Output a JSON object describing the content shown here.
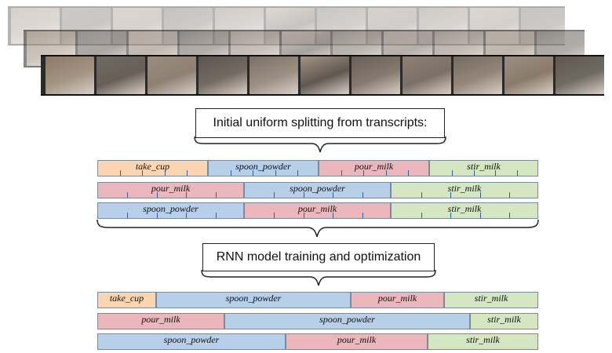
{
  "callouts": {
    "initial": "Initial uniform splitting from transcripts:",
    "rnn": "RNN model training and optimization"
  },
  "colors": {
    "take_cup": "#fbd5b2",
    "spoon_powder": "#b7cfe8",
    "pour_milk": "#ebb7bd",
    "stir_milk": "#d5e6c2"
  },
  "initial_rows": [
    {
      "segments": [
        {
          "label": "take_cup",
          "action": "take_cup",
          "fraction": 0.25,
          "frames": 4
        },
        {
          "label": "spoon_powder",
          "action": "spoon_powder",
          "fraction": 0.25,
          "frames": 4
        },
        {
          "label": "pour_milk",
          "action": "pour_milk",
          "fraction": 0.25,
          "frames": 4
        },
        {
          "label": "stir_milk",
          "action": "stir_milk",
          "fraction": 0.25,
          "frames": 4
        }
      ]
    },
    {
      "segments": [
        {
          "label": "pour_milk",
          "action": "pour_milk",
          "fraction": 0.3333,
          "frames": 4
        },
        {
          "label": "spoon_powder",
          "action": "spoon_powder",
          "fraction": 0.3333,
          "frames": 4
        },
        {
          "label": "stir_milk",
          "action": "stir_milk",
          "fraction": 0.3334,
          "frames": 4
        }
      ]
    },
    {
      "segments": [
        {
          "label": "spoon_powder",
          "action": "spoon_powder",
          "fraction": 0.3333,
          "frames": 4
        },
        {
          "label": "pour_milk",
          "action": "pour_milk",
          "fraction": 0.3333,
          "frames": 4
        },
        {
          "label": "stir_milk",
          "action": "stir_milk",
          "fraction": 0.3334,
          "frames": 4
        }
      ]
    }
  ],
  "optimized_rows": [
    {
      "segments": [
        {
          "label": "take_cup",
          "action": "take_cup",
          "fraction": 0.134
        },
        {
          "label": "spoon_powder",
          "action": "spoon_powder",
          "fraction": 0.442
        },
        {
          "label": "pour_milk",
          "action": "pour_milk",
          "fraction": 0.211
        },
        {
          "label": "stir_milk",
          "action": "stir_milk",
          "fraction": 0.213
        }
      ]
    },
    {
      "segments": [
        {
          "label": "pour_milk",
          "action": "pour_milk",
          "fraction": 0.288
        },
        {
          "label": "spoon_powder",
          "action": "spoon_powder",
          "fraction": 0.557
        },
        {
          "label": "stir_milk",
          "action": "stir_milk",
          "fraction": 0.155
        }
      ]
    },
    {
      "segments": [
        {
          "label": "spoon_powder",
          "action": "spoon_powder",
          "fraction": 0.427
        },
        {
          "label": "pour_milk",
          "action": "pour_milk",
          "fraction": 0.322
        },
        {
          "label": "stir_milk",
          "action": "stir_milk",
          "fraction": 0.251
        }
      ]
    }
  ]
}
